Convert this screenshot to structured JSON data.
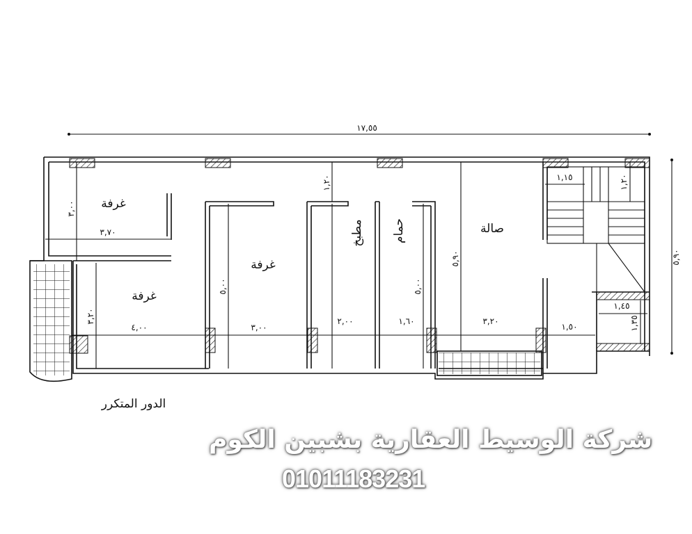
{
  "plan": {
    "title": "الدور المتكرر",
    "rooms": {
      "room_top_left": "غرفة",
      "room_bottom_left": "غرفة",
      "room_middle": "غرفة",
      "kitchen": "مطبخ",
      "bathroom": "حمام",
      "hall": "صالة"
    },
    "dimensions": {
      "total_width": "١٧,٥٥",
      "total_depth": "٥,٩٠",
      "room1_depth": "٣,٠٠",
      "room1_width": "٣,٧٠",
      "corridor": "١,٢٠",
      "room2_depth": "٣,٢٠",
      "room2_width": "٤,٠٠",
      "room3_depth": "٥,٠٠",
      "room3_width": "٣,٠٠",
      "kitchen_width": "٢,٠٠",
      "bath_width": "١,٦٠",
      "bath_depth": "٥,٠٠",
      "hall_width": "٣,٢٠",
      "hall_depth": "٥,٩٠",
      "entry_width": "١,٥٠",
      "stair_width": "١,١٥",
      "stair_landing": "١,٢٠",
      "shaft_width": "١,٤٥",
      "shaft_depth": "١,٣٥"
    }
  },
  "watermark": {
    "company": "شركة الوسيط العقارية بشبين الكوم",
    "phone": "01011183231"
  }
}
